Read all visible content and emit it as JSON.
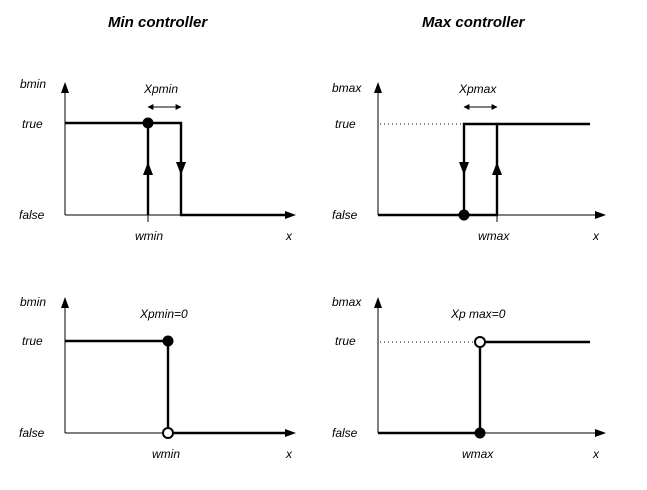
{
  "titles": {
    "min": "Min controller",
    "max": "Max controller"
  },
  "panels": [
    {
      "id": "min-hysteresis",
      "y_label": "bmin",
      "true_label": "true",
      "false_label": "false",
      "x_label": "x",
      "threshold_label": "wmin",
      "band_label": "Xpmin"
    },
    {
      "id": "max-hysteresis",
      "y_label": "bmax",
      "true_label": "true",
      "false_label": "false",
      "x_label": "x",
      "threshold_label": "wmax",
      "band_label": "Xpmax"
    },
    {
      "id": "min-no-hysteresis",
      "y_label": "bmin",
      "true_label": "true",
      "false_label": "false",
      "x_label": "x",
      "threshold_label": "wmin",
      "band_label": "Xpmin=0"
    },
    {
      "id": "max-no-hysteresis",
      "y_label": "bmax",
      "true_label": "true",
      "false_label": "false",
      "x_label": "x",
      "threshold_label": "wmax",
      "band_label": "Xp max=0"
    }
  ]
}
